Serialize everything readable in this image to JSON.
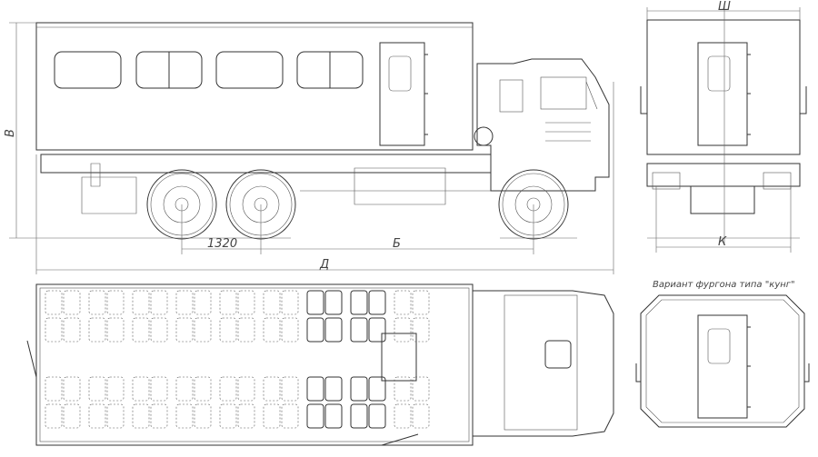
{
  "title": "Вариант фургона типа \"кунг\"",
  "dimensions": {
    "height": "В",
    "axle_spacing": "1320",
    "wheelbase": "Б",
    "length": "Д",
    "width": "Ш",
    "track": "К"
  },
  "top_view": {
    "seat_rows": 2,
    "seat_columns": 9
  }
}
